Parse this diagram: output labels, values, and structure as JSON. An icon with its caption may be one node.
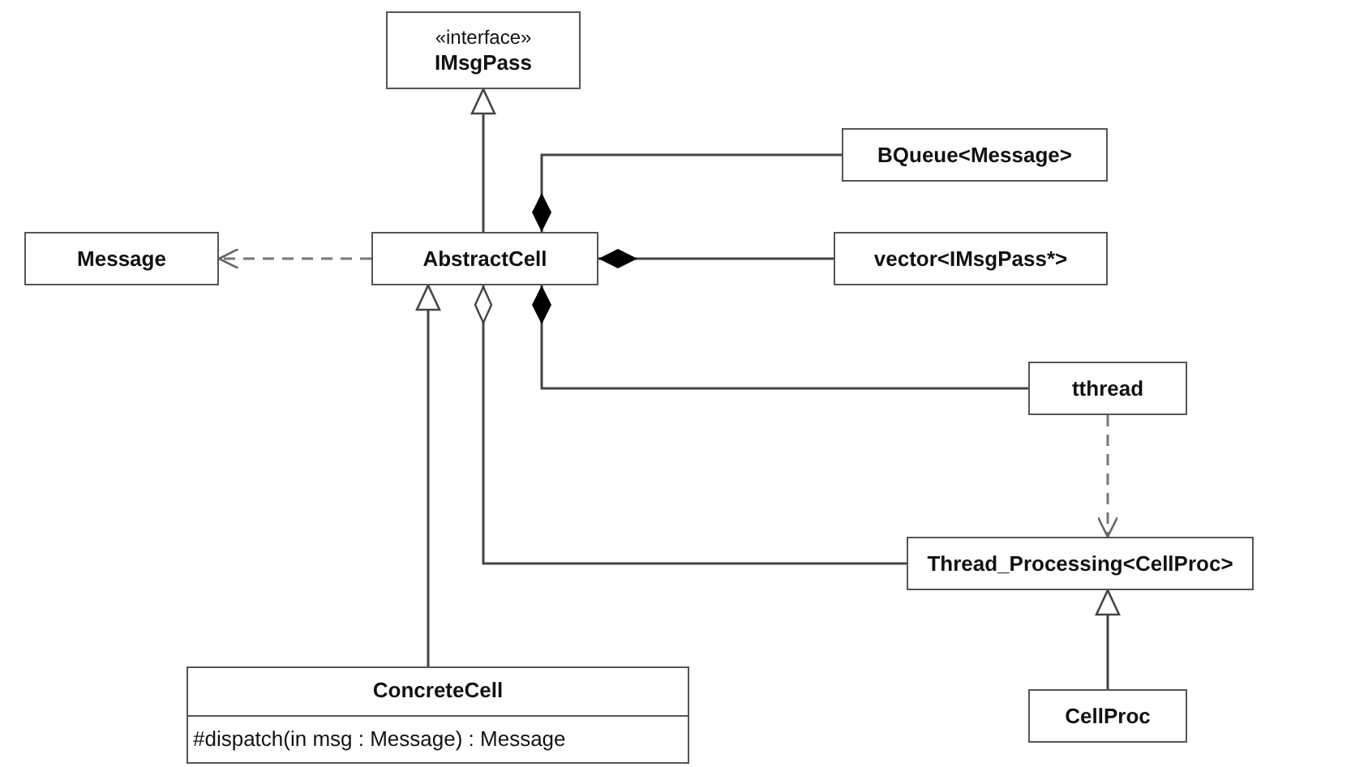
{
  "diagram": {
    "nodes": [
      {
        "text": [
          "«interface»",
          "IMsgPass"
        ]
      },
      {
        "text": [
          "Message"
        ]
      },
      {
        "text": [
          "AbstractCell"
        ]
      },
      {
        "text": [
          "BQueue<Message>"
        ]
      },
      {
        "text": [
          "vector<IMsgPass*>"
        ]
      },
      {
        "text": [
          "tthread"
        ]
      },
      {
        "text": [
          "Thread_Processing<CellProc>"
        ]
      },
      {
        "text": [
          "ConcreteCell",
          "#dispatch(in msg : Message) : Message"
        ]
      },
      {
        "text": [
          "CellProc"
        ]
      }
    ],
    "edges": [
      {
        "from": 2,
        "to": 0,
        "arrow": "to"
      },
      {
        "from": 2,
        "to": 1,
        "arrow": "to",
        "style": "dashed"
      },
      {
        "from": 3,
        "to": 2,
        "arrow": "other"
      },
      {
        "from": 4,
        "to": 2,
        "arrow": "other"
      },
      {
        "from": 5,
        "to": 2,
        "arrow": "other"
      },
      {
        "from": 6,
        "to": 2,
        "arrow": "other"
      },
      {
        "from": 7,
        "to": 2,
        "arrow": "to"
      },
      {
        "from": 5,
        "to": 6,
        "arrow": "to",
        "style": "dashed"
      },
      {
        "from": 8,
        "to": 6,
        "arrow": "to"
      }
    ]
  }
}
